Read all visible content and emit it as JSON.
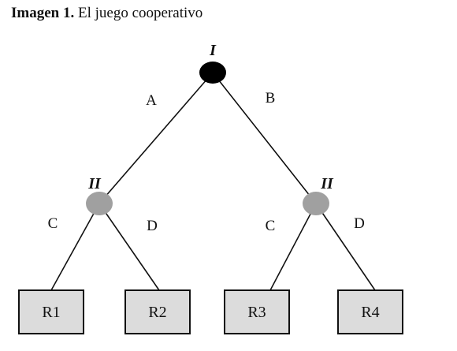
{
  "caption": {
    "lead": "Imagen 1.",
    "title": " El juego cooperativo"
  },
  "tree": {
    "root": {
      "player": "I",
      "color": "#000000"
    },
    "branches_top": {
      "left": "A",
      "right": "B"
    },
    "left_node": {
      "player": "II",
      "color": "#a0a0a0"
    },
    "right_node": {
      "player": "II",
      "color": "#a0a0a0"
    },
    "left_branches": {
      "left": "C",
      "right": "D"
    },
    "right_branches": {
      "left": "C",
      "right": "D"
    },
    "leaves": [
      "R1",
      "R2",
      "R3",
      "R4"
    ],
    "leaf_fill": "#dcdcdc"
  }
}
